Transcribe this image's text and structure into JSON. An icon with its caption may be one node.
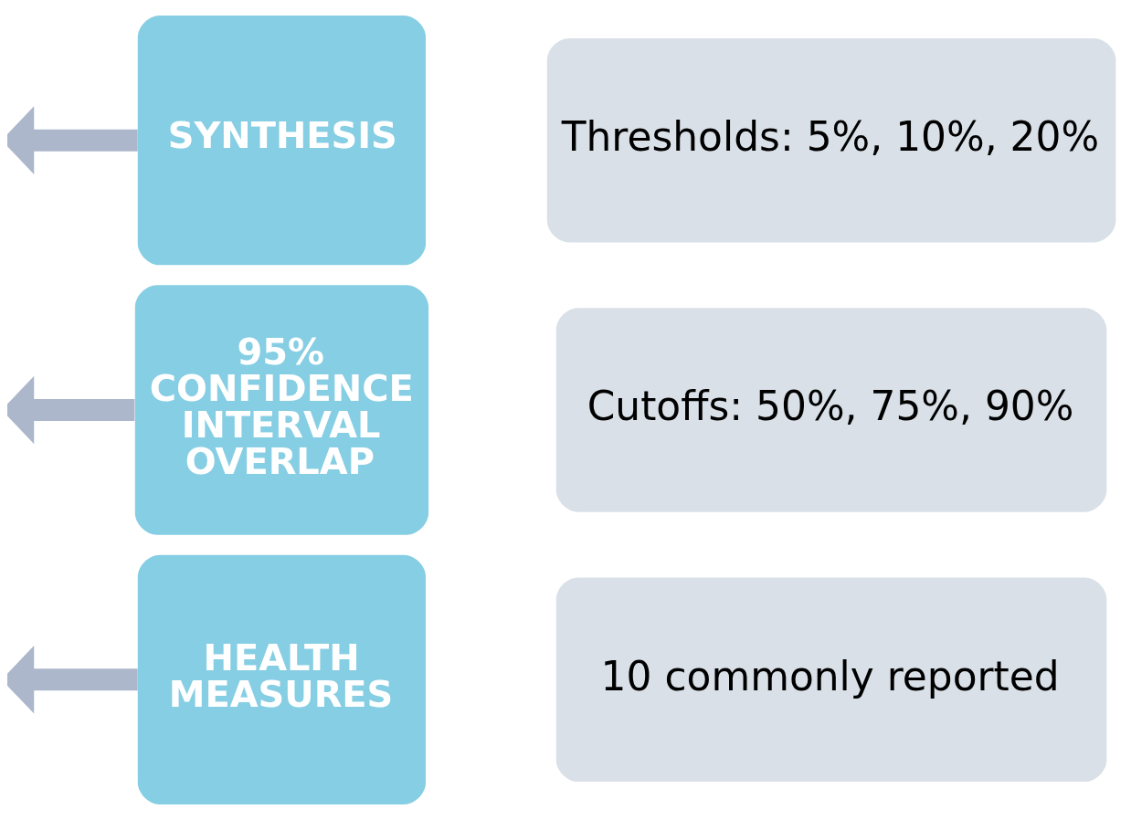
{
  "diagram": {
    "nodes": [
      {
        "text": [
          "SYNTHESIS"
        ]
      },
      {
        "text": [
          "Thresholds: 5%, 10%, 20%"
        ]
      },
      {
        "text": [
          "95% CONFIDENCE INTERVAL OVERLAP"
        ]
      },
      {
        "text": [
          "Cutoffs: 50%, 75%, 90%"
        ]
      },
      {
        "text": [
          "HEALTH MEASURES"
        ]
      },
      {
        "text": [
          "10 commonly reported"
        ]
      }
    ],
    "edges": [
      {
        "from": 0,
        "to": null,
        "arrow": "to"
      },
      {
        "from": 2,
        "to": null,
        "arrow": "to"
      },
      {
        "from": 4,
        "to": null,
        "arrow": "to"
      }
    ]
  }
}
